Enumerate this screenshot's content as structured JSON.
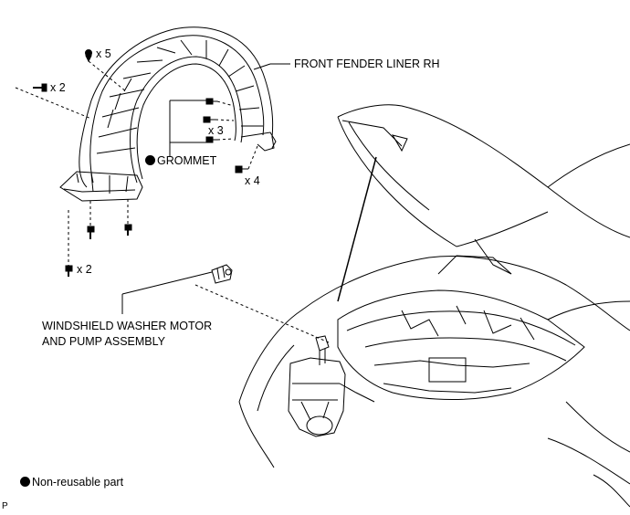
{
  "labels": {
    "fender_liner": "FRONT FENDER LINER RH",
    "grommet": "GROMMET",
    "washer_motor_line1": "WINDSHIELD WASHER MOTOR",
    "washer_motor_line2": "AND PUMP ASSEMBLY",
    "legend": "Non-reusable part",
    "corner_code": "P"
  },
  "quantities": {
    "clip_top": "x 5",
    "screw_left": "x 2",
    "grommet_screws": "x 3",
    "screw_right": "x 4",
    "bottom_bolts": "x 2"
  },
  "icons": {
    "non_reusable": "filled-black-circle"
  }
}
